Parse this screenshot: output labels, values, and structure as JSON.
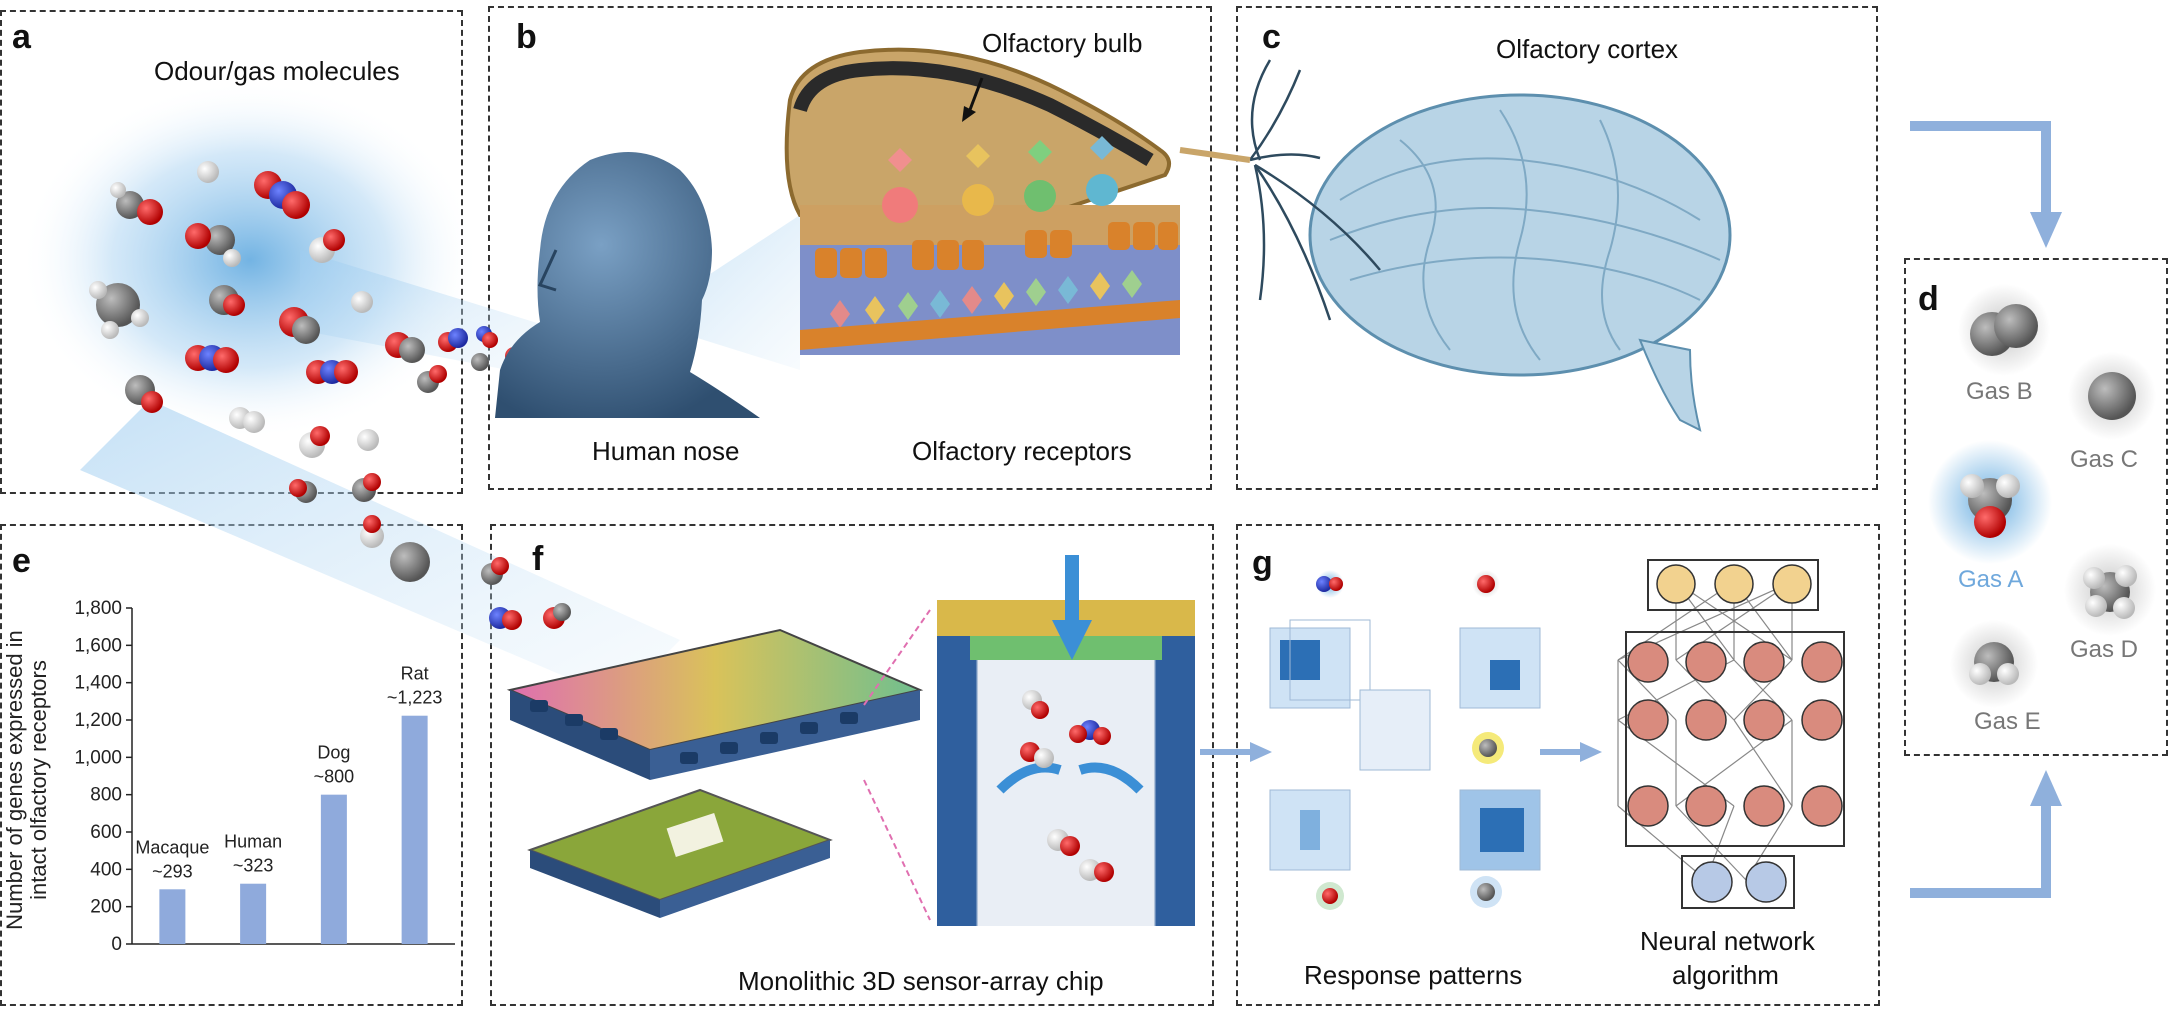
{
  "panels": {
    "a": {
      "label": "a",
      "title": "Odour/gas molecules"
    },
    "b": {
      "label": "b",
      "callout": "Olfactory bulb",
      "caption_left": "Human nose",
      "caption_right": "Olfactory receptors"
    },
    "c": {
      "label": "c",
      "title": "Olfactory cortex"
    },
    "d": {
      "label": "d",
      "gases": [
        "Gas B",
        "Gas C",
        "Gas A",
        "Gas D",
        "Gas E"
      ],
      "highlight_gas": "Gas A",
      "highlight_color": "#6fa8dc"
    },
    "e": {
      "label": "e"
    },
    "f": {
      "label": "f",
      "caption": "Monolithic 3D sensor-array chip"
    },
    "g": {
      "label": "g",
      "caption_left": "Response patterns",
      "caption_right_line1": "Neural network",
      "caption_right_line2": "algorithm"
    }
  },
  "colors": {
    "arrow_blue": "#8fb0dc",
    "bar_blue": "#8faadc",
    "head_blue": "#4a6f96",
    "bulb_tan": "#c9a569",
    "neuron_top": "#f2d28f",
    "neuron_mid": "#d98b7e",
    "neuron_out": "#b7c9e6"
  },
  "chart_data": {
    "type": "bar",
    "categories": [
      "Macaque",
      "Human",
      "Dog",
      "Rat"
    ],
    "values": [
      293,
      323,
      800,
      1223
    ],
    "value_labels": [
      "~293",
      "~323",
      "~800",
      "~1,223"
    ],
    "ylabel_line1": "Number of genes expressed in",
    "ylabel_line2": "intact olfactory receptors",
    "ylim": [
      0,
      1800
    ],
    "yticks": [
      "0",
      "200",
      "400",
      "600",
      "800",
      "1,000",
      "1,200",
      "1,400",
      "1,600",
      "1,800"
    ],
    "grid": false
  }
}
